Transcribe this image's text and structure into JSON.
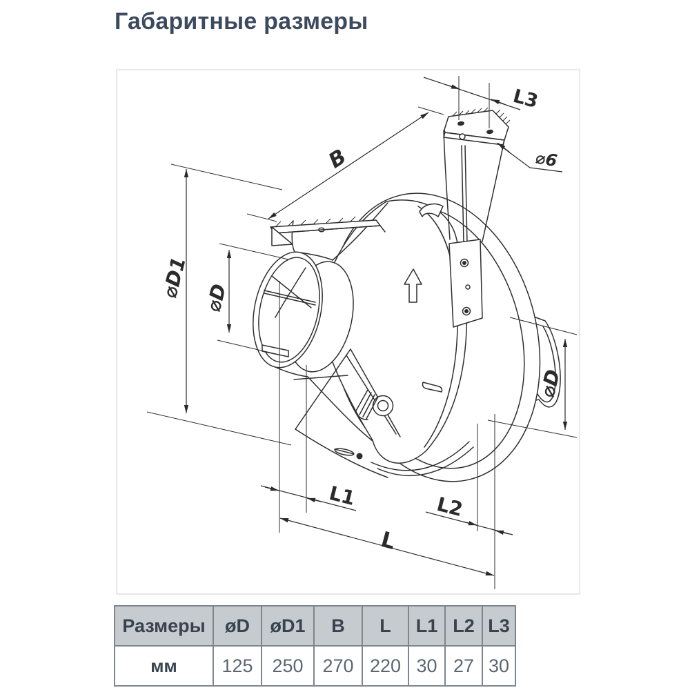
{
  "title": "Габаритные размеры",
  "drawing": {
    "dim_b": "B",
    "dim_l3": "L3",
    "dim_d6": "⌀6",
    "dim_d1": "⌀D1",
    "dim_d_left": "⌀D",
    "dim_d_right": "⌀D",
    "dim_l1": "L1",
    "dim_l2": "L2",
    "dim_l": "L"
  },
  "table": {
    "headers": [
      "Размеры",
      "øD",
      "øD1",
      "B",
      "L",
      "L1",
      "L2",
      "L3"
    ],
    "row": [
      "мм",
      "125",
      "250",
      "270",
      "220",
      "30",
      "27",
      "30"
    ]
  },
  "colors": {
    "title": "#3c4a5e",
    "line": "#2e2e2e",
    "table_header_bg": "#c5cbce",
    "table_border": "#7d868e",
    "table_value_text": "#5c6670"
  }
}
